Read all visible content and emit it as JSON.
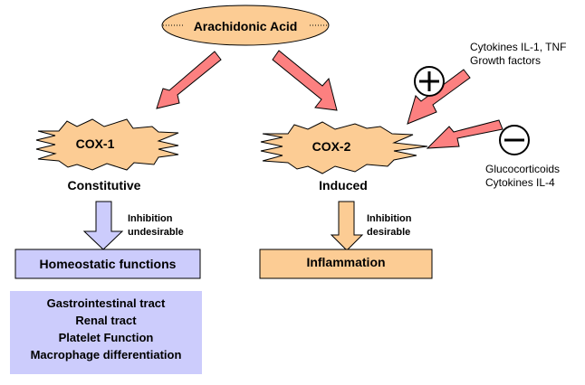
{
  "nodes": {
    "substrate": {
      "label": "Arachidonic Acid"
    },
    "cox1": {
      "label": "COX-1",
      "subtitle": "Constitutive"
    },
    "cox2": {
      "label": "COX-2",
      "subtitle": "Induced"
    }
  },
  "inhibition": {
    "cox1": {
      "line1": "Inhibition",
      "line2": "undesirable"
    },
    "cox2": {
      "line1": "Inhibition",
      "line2": "desirable"
    }
  },
  "outcomes": {
    "cox1": {
      "label": "Homeostatic functions"
    },
    "cox2": {
      "label": "Inflammation"
    }
  },
  "homeostatic_list": [
    "Gastrointestinal tract",
    "Renal tract",
    "Platelet Function",
    "Macrophage differentiation"
  ],
  "modulators": {
    "positive": {
      "symbol": "+",
      "line1": "Cytokines IL-1, TNF",
      "line2": "Growth factors"
    },
    "negative": {
      "symbol": "−",
      "line1": "Glucocorticoids",
      "line2": "Cytokines IL-4"
    }
  },
  "colors": {
    "enzyme_fill": "#FCCC94",
    "cox1_fill": "#CCCCFC",
    "arrow_red": "#FC8080"
  }
}
